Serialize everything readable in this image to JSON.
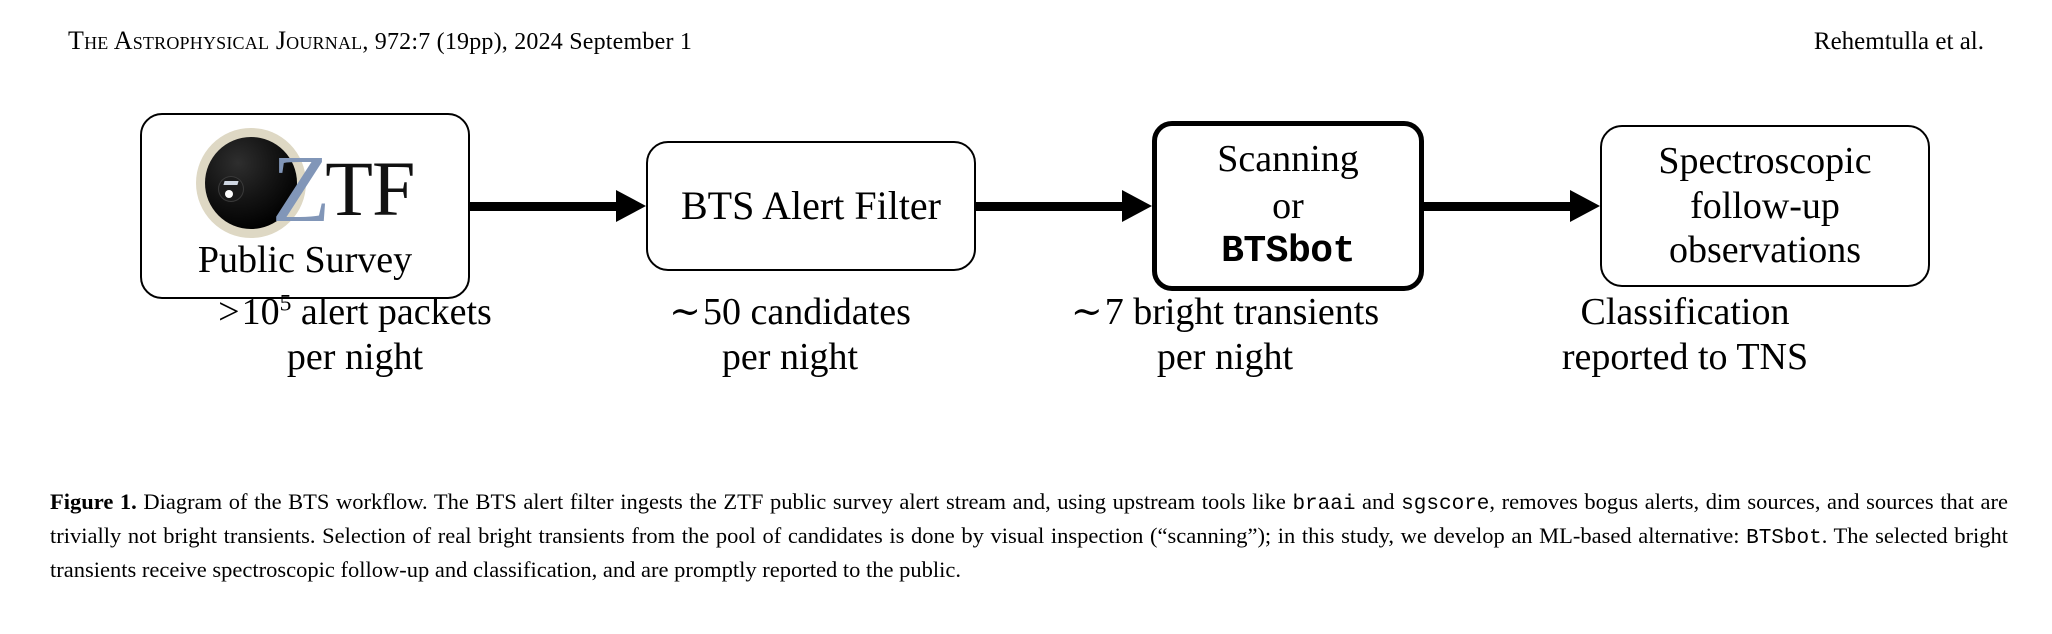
{
  "running_head": {
    "journal_prefix": "The Astrophysical Journal",
    "journal_details": ", 972:7 (19pp), 2024 September 1",
    "authors": "Rehemtulla et al."
  },
  "figure": {
    "nodes": [
      {
        "id": "ztf-public-survey",
        "logo_alt": "ztf-logo",
        "logo_z": "Z",
        "logo_tf": "TF",
        "label": "Public Survey",
        "emphasis": false
      },
      {
        "id": "bts-alert-filter",
        "label": "BTS Alert Filter",
        "emphasis": false
      },
      {
        "id": "scanning-or-btsbot",
        "line1": "Scanning",
        "line2": "or",
        "line3": "BTSbot",
        "emphasis": true
      },
      {
        "id": "spectroscopic-followup",
        "line1": "Spectroscopic",
        "line2": "follow-up",
        "line3": "observations",
        "emphasis": false
      }
    ],
    "subcaptions": [
      {
        "relation": ">",
        "value": "10",
        "exponent": "5",
        "unit": " alert packets",
        "line2": "per night"
      },
      {
        "relation": "∼",
        "value": "50",
        "exponent": "",
        "unit": " candidates",
        "line2": "per night"
      },
      {
        "relation": "∼",
        "value": "7",
        "exponent": "",
        "unit": " bright transients",
        "line2": "per night"
      },
      {
        "relation": "",
        "value": "",
        "exponent": "",
        "unit": "Classification",
        "line2": "reported to TNS"
      }
    ],
    "caption": {
      "label": "Figure 1.",
      "part1": " Diagram of the BTS workflow. The BTS alert filter ingests the ZTF public survey alert stream and, using upstream tools like ",
      "mono1": "braai",
      "part2": " and ",
      "mono2": "sgscore",
      "part3": ", removes bogus alerts, dim sources, and sources that are trivially not bright transients. Selection of real bright transients from the pool of candidates is done by visual inspection (“scanning”); in this study, we develop an ML-based alternative: ",
      "mono3": "BTSbot",
      "part4": ". The selected bright transients receive spectroscopic follow-up and classification, and are promptly reported to the public."
    }
  },
  "colors": {
    "ztf_z_blue": "#8196b8",
    "ztf_ring_cream": "#ded8c4",
    "ink": "#000000",
    "page": "#ffffff"
  }
}
